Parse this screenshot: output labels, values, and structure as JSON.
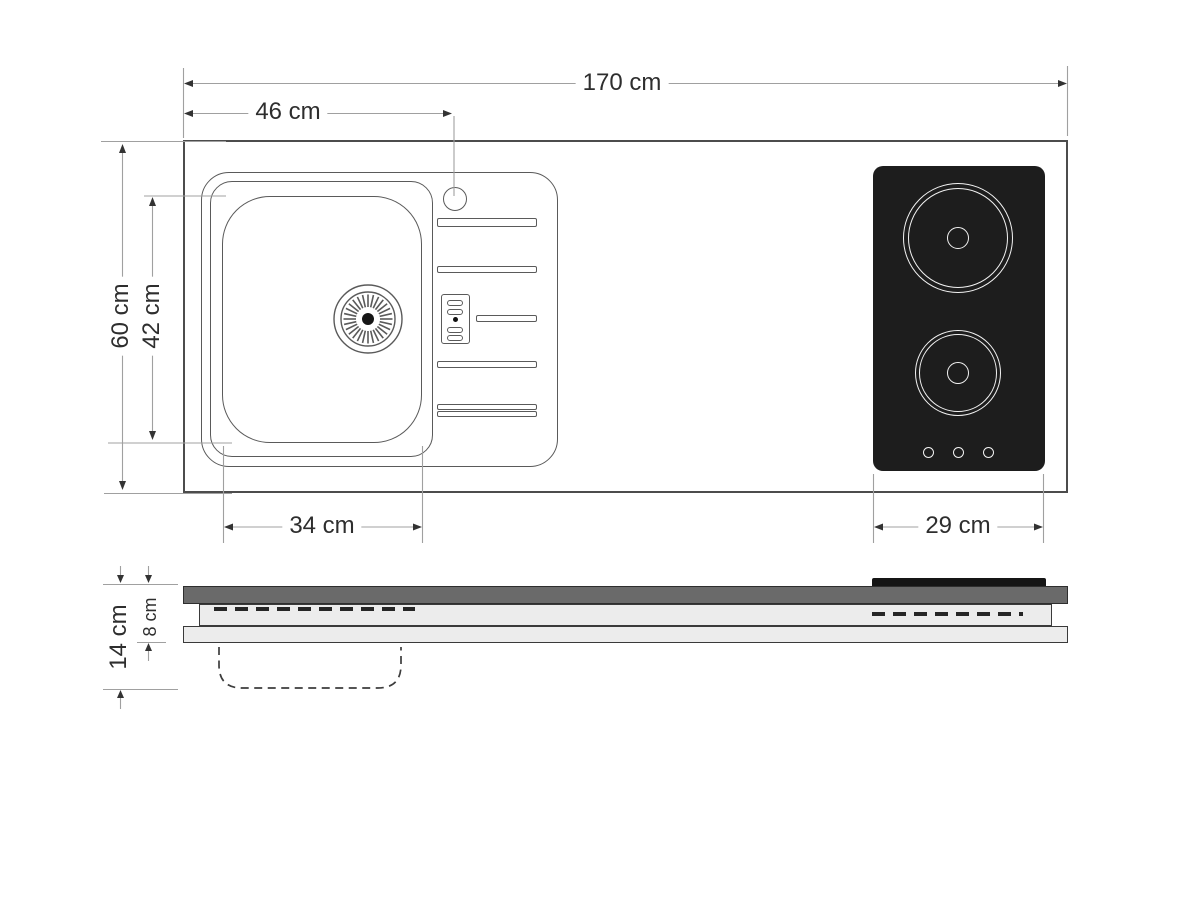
{
  "diagram": {
    "labels": {
      "total_width": "170 cm",
      "sink_unit_width": "46 cm",
      "worktop_depth": "60 cm",
      "sink_depth": "42 cm",
      "basin_width": "34 cm",
      "hob_width": "29 cm",
      "total_height": "14 cm",
      "body_height": "8 cm"
    },
    "colors": {
      "outline": "#4c4c4c",
      "thin_line": "#5a5a5a",
      "dimension_line": "#9a9a9a",
      "arrow": "#333333",
      "text": "#2e2e2e",
      "hob_black": "#1d1d1d",
      "worktop_gray": "#6a6a6a",
      "panel_light": "#ececec",
      "background": "#ffffff"
    }
  }
}
